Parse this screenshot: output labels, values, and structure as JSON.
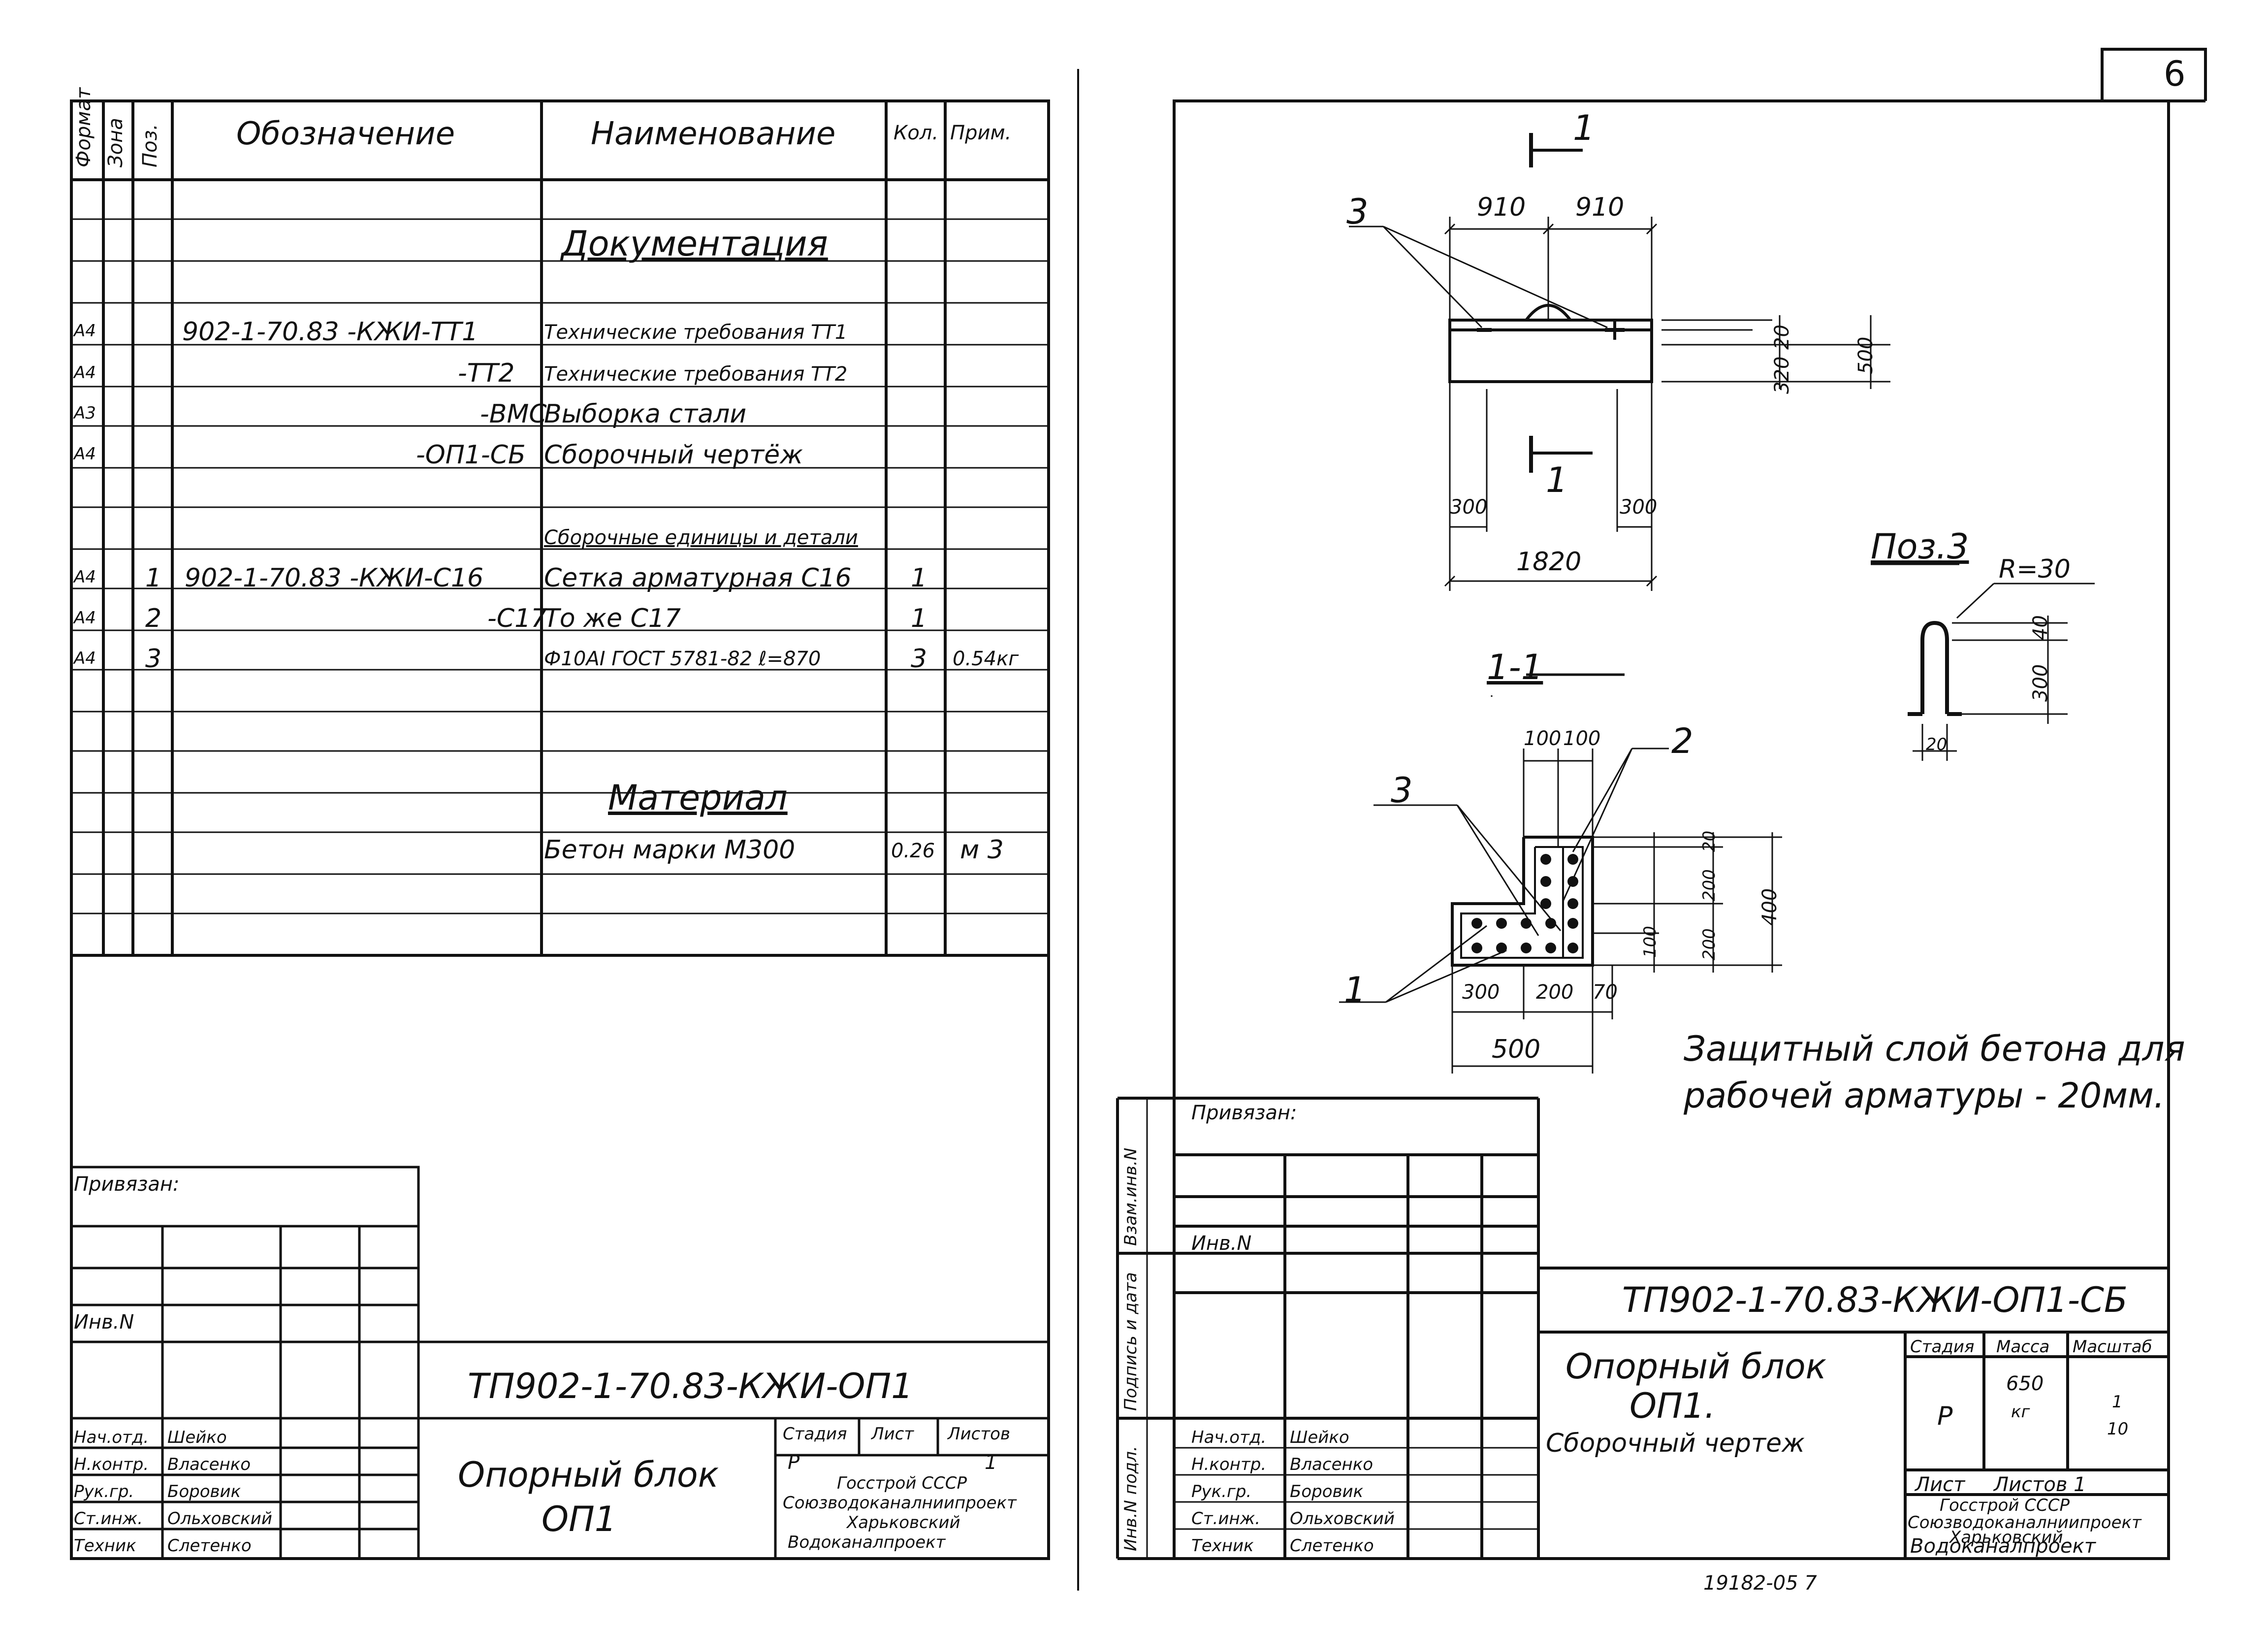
{
  "sheet_number": "6",
  "footer_code": "19182-05   7",
  "left": {
    "header": {
      "format_col": "Формат",
      "zone_col": "Зона",
      "pos_col": "Поз.",
      "designation": "Обозначение",
      "name": "Наименование",
      "qty": "Кол.",
      "note": "Прим."
    },
    "sections": {
      "documentation": "Документация",
      "units": "Сборочные единицы и детали",
      "materials": "Материал"
    },
    "rows": [
      {
        "format": "А4",
        "pos": "",
        "designation": "902-1-70.83 -КЖИ-ТТ1",
        "name": "Технические требования ТТ1",
        "qty": "",
        "note": ""
      },
      {
        "format": "А4",
        "pos": "",
        "designation": "-ТТ2",
        "name": "Технические требования ТТ2",
        "qty": "",
        "note": ""
      },
      {
        "format": "А3",
        "pos": "",
        "designation": "-ВМС",
        "name": "Выборка стали",
        "qty": "",
        "note": ""
      },
      {
        "format": "А4",
        "pos": "",
        "designation": "-ОП1-СБ",
        "name": "Сборочный чертёж",
        "qty": "",
        "note": ""
      },
      {
        "format": "А4",
        "pos": "1",
        "designation": "902-1-70.83   -КЖИ-С16",
        "name": "Сетка арматурная  С16",
        "qty": "1",
        "note": ""
      },
      {
        "format": "А4",
        "pos": "2",
        "designation": "-С17",
        "name": "То же                 С17",
        "qty": "1",
        "note": ""
      },
      {
        "format": "А4",
        "pos": "3",
        "designation": "",
        "name": "Ф10АI ГОСТ 5781-82  ℓ=870",
        "qty": "3",
        "note": "0.54кг"
      }
    ],
    "material_row": {
      "name": "Бетон марки М300",
      "qty": "0.26",
      "note": "м 3"
    },
    "privyazan": "Привязан:",
    "inv_n": "Инв.N",
    "title_block": {
      "code": "ТП902-1-70.83-КЖИ-ОП1",
      "title_line1": "Опорный блок",
      "title_line2": "ОП1",
      "stage_label": "Стадия",
      "stage": "Р",
      "sheet_label": "Лист",
      "sheets_label": "Листов",
      "sheets": "1",
      "org1": "Госстрой СССР",
      "org2": "Союзводоканалниипроект",
      "org3": "Харьковский",
      "org4": "Водоканалпроект",
      "people": [
        {
          "role": "Нач.отд.",
          "name": "Шейко"
        },
        {
          "role": "Н.контр.",
          "name": "Власенко"
        },
        {
          "role": "Рук.гр.",
          "name": "Боровик"
        },
        {
          "role": "Ст.инж.",
          "name": "Ольховский"
        },
        {
          "role": "Техник",
          "name": "Слетенко"
        }
      ]
    }
  },
  "right": {
    "section_mark": "1",
    "section_title": "1-1",
    "pos3_title": "Поз.3",
    "radius": "R=30",
    "leaders": {
      "l1": "1",
      "l2": "2",
      "l3a": "3",
      "l3b": "3"
    },
    "dims_plan": {
      "top_a": "910",
      "top_b": "910",
      "side_a": "320",
      "side_b": "20",
      "side_c": "500",
      "bot_a": "300",
      "bot_b": "300",
      "total": "1820"
    },
    "dims_section": {
      "top_a": "100",
      "top_b": "100",
      "r1": "20",
      "r2": "200",
      "r3": "400",
      "r4": "200",
      "r5": "100",
      "b1": "300",
      "b2": "200",
      "b3": "70",
      "total": "500"
    },
    "dims_pos3": {
      "a": "40",
      "b": "300",
      "c": "20"
    },
    "note_line1": "Защитный слой бетона для",
    "note_line2": "рабочей арматуры - 20мм.",
    "side_labels": {
      "vzam": "Взам.инв.N",
      "podp": "Подпись и дата",
      "invp": "Инв.N подл."
    },
    "privyazan": "Привязан:",
    "inv_n": "Инв.N",
    "title_block": {
      "code": "ТП902-1-70.83-КЖИ-ОП1-СБ",
      "title_line1": "Опорный блок",
      "title_line2": "ОП1.",
      "title_line3": "Сборочный чертеж",
      "stage_label": "Стадия",
      "mass_label": "Масса",
      "scale_label": "Масштаб",
      "stage": "Р",
      "mass": "650",
      "mass_unit": "кг",
      "scale_num": "1",
      "scale_den": "10",
      "sheet_label": "Лист",
      "sheets_label": "Листов 1",
      "org1": "Госстрой СССР",
      "org2": "Союзводоканалниипроект",
      "org3": "Харьковский",
      "org4": "Водоканалпроект",
      "people": [
        {
          "role": "Нач.отд.",
          "name": "Шейко"
        },
        {
          "role": "Н.контр.",
          "name": "Власенко"
        },
        {
          "role": "Рук.гр.",
          "name": "Боровик"
        },
        {
          "role": "Ст.инж.",
          "name": "Ольховский"
        },
        {
          "role": "Техник",
          "name": "Слетенко"
        }
      ]
    }
  }
}
